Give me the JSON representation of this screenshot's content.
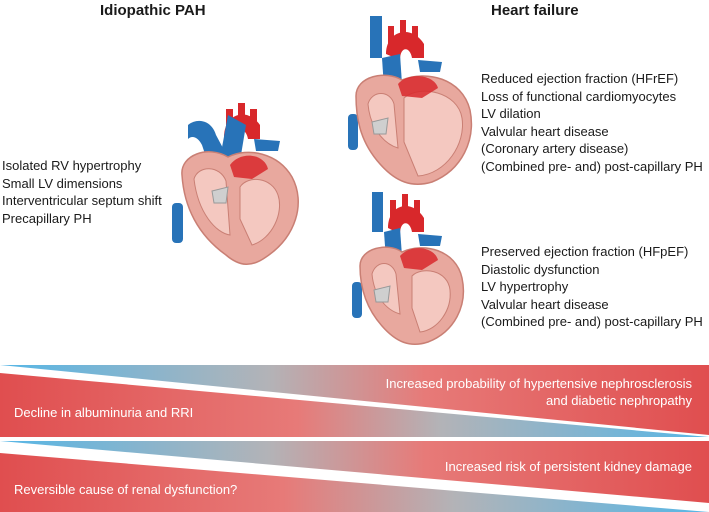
{
  "titles": {
    "left": "Idiopathic PAH",
    "right": "Heart failure"
  },
  "pah_features": [
    "Isolated RV hypertrophy",
    "Small LV dimensions",
    "Interventricular septum shift",
    "Precapillary PH"
  ],
  "hfref_features": [
    "Reduced ejection fraction (HFrEF)",
    "Loss of functional cardiomyocytes",
    "LV dilation",
    "Valvular heart disease",
    "(Coronary artery disease)",
    "(Combined pre- and) post-capillary PH"
  ],
  "hfpef_features": [
    "Preserved ejection fraction (HFpEF)",
    "Diastolic dysfunction",
    "LV hypertrophy",
    "Valvular heart disease",
    "(Combined pre- and) post-capillary PH"
  ],
  "band1": {
    "left_text": "Decline in albuminuria and RRI",
    "right_line1": "Increased probability of hypertensive nephrosclerosis",
    "right_line2": "and diabetic nephropathy"
  },
  "band2": {
    "left_text": "Reversible cause of renal dysfunction?",
    "right_text": "Increased risk of persistent kidney damage"
  },
  "colors": {
    "red": "#e04e4f",
    "blue": "#56b6e6",
    "mid_gray": "#b3b3b7",
    "vessel_blue": "#2873b8",
    "vessel_red": "#d8282b",
    "myocardium": "#e8a89e",
    "chamber": "#f4c8c0"
  }
}
